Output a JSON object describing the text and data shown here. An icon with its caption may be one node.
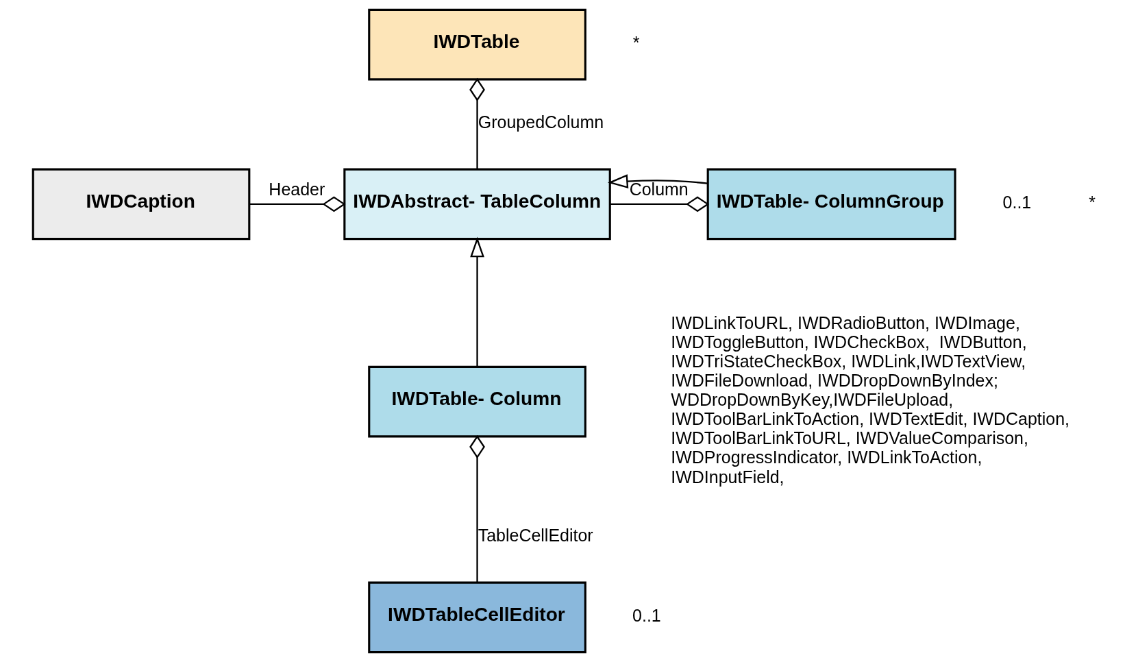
{
  "diagram": {
    "nodes": [
      {
        "text": [
          "IWDTable"
        ]
      },
      {
        "text": [
          "IWDCaption"
        ]
      },
      {
        "text": [
          "IWDAbstract- TableColumn"
        ]
      },
      {
        "text": [
          "IWDTable- ColumnGroup"
        ]
      },
      {
        "text": [
          "IWDTable- Column"
        ]
      },
      {
        "text": [
          "IWDTableCellEditor"
        ]
      }
    ],
    "edges": [
      {
        "from": 2,
        "to": 0,
        "arrow": "other",
        "label": "GroupedColumn"
      },
      {
        "from": 1,
        "to": 2,
        "arrow": "other",
        "label": "Header"
      },
      {
        "from": 3,
        "to": 2,
        "arrow": "to"
      },
      {
        "from": 2,
        "to": 3,
        "arrow": "other",
        "label": "Column"
      },
      {
        "from": 4,
        "to": 2,
        "arrow": "to"
      },
      {
        "from": 5,
        "to": 4,
        "arrow": "other",
        "label": "TableCellEditor"
      }
    ],
    "labels": [
      "*",
      "0..1",
      "*",
      "IWDLinkToURL, IWDRadioButton, IWDImage, IWDToggleButton, IWDCheckBox,  IWDButton, IWDTriStateCheckBox, IWDLink,IWDTextView, IWDFileDownload, IWDDropDownByIndex; WDDropDownByKey,IWDFileUpload, IWDToolBarLinkToAction, IWDTextEdit, IWDCaption,  IWDToolBarLinkToURL, IWDValueComparison, IWDProgressIndicator, IWDLinkToAction,  IWDInputField,",
      "0..1"
    ]
  }
}
